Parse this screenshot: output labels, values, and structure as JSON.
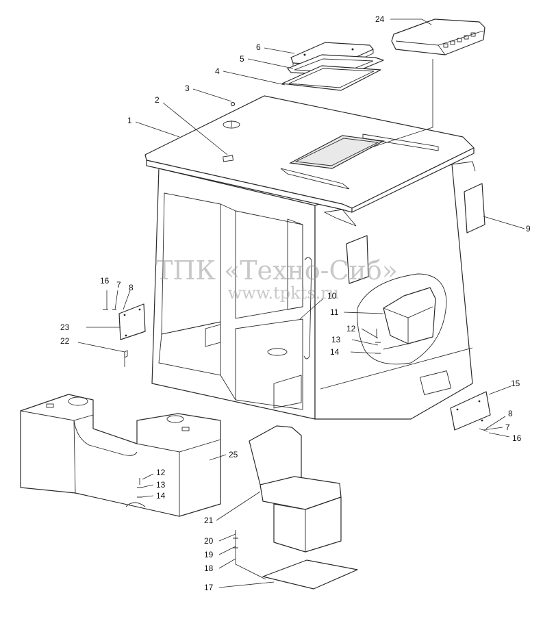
{
  "watermark": {
    "title": "ТПК «Техно-Сиб»",
    "url": "www.tpkts.ru"
  },
  "callouts": [
    {
      "id": "c24a",
      "label": "24"
    },
    {
      "id": "c6",
      "label": "6"
    },
    {
      "id": "c5",
      "label": "5"
    },
    {
      "id": "c4",
      "label": "4"
    },
    {
      "id": "c3",
      "label": "3"
    },
    {
      "id": "c2",
      "label": "2"
    },
    {
      "id": "c1",
      "label": "1"
    },
    {
      "id": "c9",
      "label": "9"
    },
    {
      "id": "c16a",
      "label": "16"
    },
    {
      "id": "c7a",
      "label": "7"
    },
    {
      "id": "c8a",
      "label": "8"
    },
    {
      "id": "c10",
      "label": "10"
    },
    {
      "id": "c11",
      "label": "11"
    },
    {
      "id": "c23",
      "label": "23"
    },
    {
      "id": "c12a",
      "label": "12"
    },
    {
      "id": "c13a",
      "label": "13"
    },
    {
      "id": "c14a",
      "label": "14"
    },
    {
      "id": "c22",
      "label": "22"
    },
    {
      "id": "c15",
      "label": "15"
    },
    {
      "id": "c8b",
      "label": "8"
    },
    {
      "id": "c7b",
      "label": "7"
    },
    {
      "id": "c16b",
      "label": "16"
    },
    {
      "id": "c25",
      "label": "25"
    },
    {
      "id": "c12b",
      "label": "12"
    },
    {
      "id": "c13b",
      "label": "13"
    },
    {
      "id": "c14b",
      "label": "14"
    },
    {
      "id": "c21",
      "label": "21"
    },
    {
      "id": "c20",
      "label": "20"
    },
    {
      "id": "c19",
      "label": "19"
    },
    {
      "id": "c18",
      "label": "18"
    },
    {
      "id": "c17",
      "label": "17"
    }
  ]
}
